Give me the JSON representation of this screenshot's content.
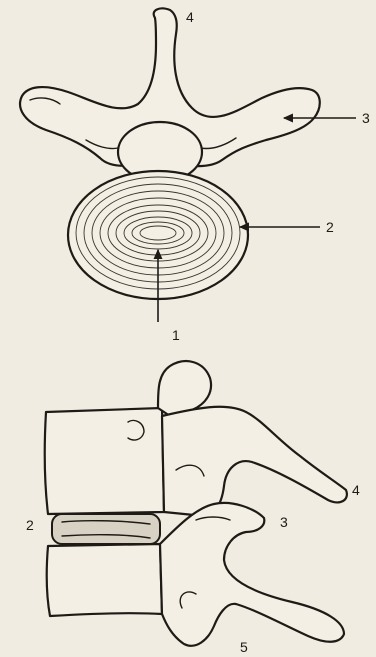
{
  "labels": {
    "top_4": "4",
    "top_3": "3",
    "top_2": "2",
    "center_1": "1",
    "side_4": "4",
    "side_3": "3",
    "side_2": "2",
    "side_5": "5"
  },
  "colors": {
    "paper": "#f0ece1",
    "ink": "#1e1b17"
  }
}
